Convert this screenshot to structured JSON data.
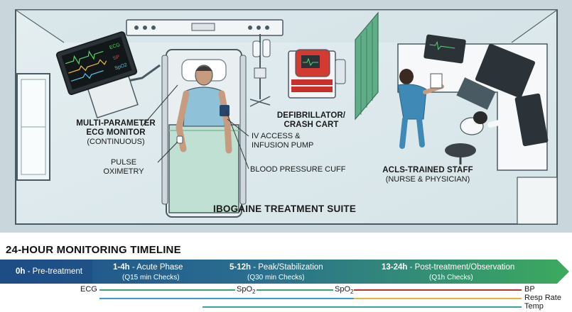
{
  "labels": {
    "monitor": {
      "title1": "MULTI-PARAMETER",
      "title2": "ECG MONITOR",
      "sub": "(CONTINUOUS)"
    },
    "pulse_ox": "PULSE OXIMETRY",
    "defib": {
      "title1": "DEFIBRILLATOR/",
      "title2": "CRASH CART"
    },
    "iv": {
      "line1": "IV ACCESS &",
      "line2": "INFUSION PUMP"
    },
    "bp_cuff": "BLOOD PRESSURE CUFF",
    "staff": {
      "title": "ACLS-TRAINED STAFF",
      "sub": "(NURSE & PHYSICIAN)"
    },
    "suite_title": "IBOGAINE TREATMENT SUITE"
  },
  "monitor_screen": {
    "ecg": "ECG",
    "sp": "SP",
    "spo2": "SpO2"
  },
  "timeline": {
    "title": "24-HOUR MONITORING TIMELINE",
    "phases": [
      {
        "time": "0h",
        "name": " - Pre-treatment",
        "sub": ""
      },
      {
        "time": "1-4h",
        "name": " - Acute Phase",
        "sub": "(Q15 min Checks)"
      },
      {
        "time": "5-12h",
        "name": " - Peak/Stabilization",
        "sub": "(Q30 min Checks)"
      },
      {
        "time": "13-24h",
        "name": " - Post-treatment/Observation",
        "sub": "(Q1h Checks)"
      }
    ],
    "track_labels": {
      "ecg": "ECG",
      "spo2_a": "SpO2",
      "spo2_b": "SpO2",
      "bp": "BP",
      "resp": "Resp Rate",
      "temp": "Temp"
    }
  },
  "colors": {
    "ecg_track": "#3aa66a",
    "bp_track": "#c62f2f",
    "resp_track": "#e7b43a",
    "spo2_track": "#3b9fc8",
    "temp_track": "#3aa0a8",
    "bar_start": "#1f4f8a",
    "bar_end": "#3caa5e"
  }
}
